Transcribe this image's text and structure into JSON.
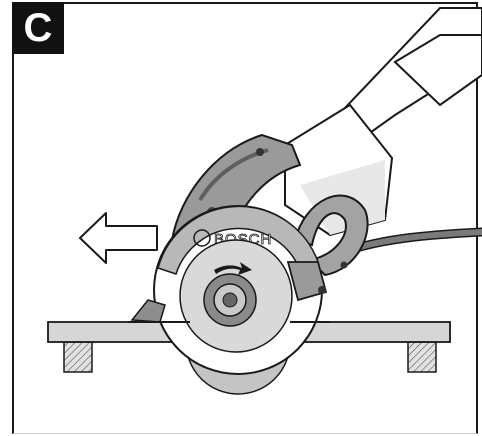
{
  "figure": {
    "label": "C",
    "brand_text": "BOSCH",
    "colors": {
      "frame": "#1a1a1a",
      "label_bg": "#111111",
      "label_text": "#ffffff",
      "body_gray": "#9a9a9a",
      "dark_gray": "#6f6f6f",
      "light_gray": "#d9d9d9",
      "outline": "#1a1a1a"
    },
    "icons": [
      "arrow-left-icon",
      "saw-illustration",
      "workpiece-board",
      "support-block-left",
      "support-block-right"
    ]
  }
}
